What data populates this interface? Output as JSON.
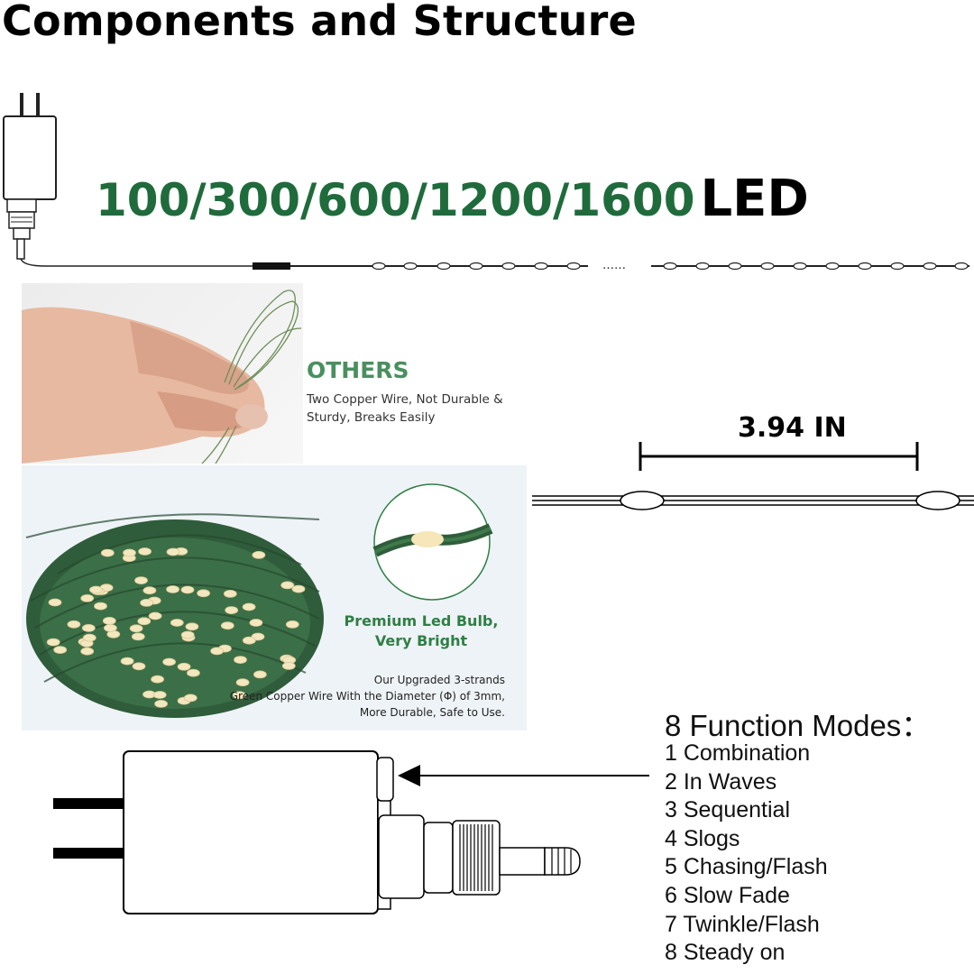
{
  "title": "Components and Structure",
  "led_counts": "100/300/600/1200/1600",
  "led_suffix": "LED",
  "ellipsis": "……",
  "others": {
    "title": "OTHERS",
    "line1": "Two Copper Wire, Not Durable &",
    "line2": "Sturdy, Breaks Easily"
  },
  "premium": {
    "line1": "Premium Led Bulb,",
    "line2": "Very Bright"
  },
  "upgraded": {
    "line1": "Our Upgraded 3-strands",
    "line2": "Green Copper Wire With the Diameter (Φ) of  3mm,",
    "line3": "More Durable, Safe to Use."
  },
  "measurement": "3.94 IN",
  "modes": {
    "title": "8 Function Modes：",
    "items": [
      "1 Combination",
      "2 In Waves",
      "3 Sequential",
      "4 Slogs",
      "5 Chasing/Flash",
      "6 Slow Fade",
      "7 Twinkle/Flash",
      "8 Steady on"
    ]
  },
  "colors": {
    "count_green": "#1f6b3c",
    "others_green": "#4a8f5f",
    "premium_green": "#2f7f45",
    "wire_green": "#2f5c3a"
  }
}
